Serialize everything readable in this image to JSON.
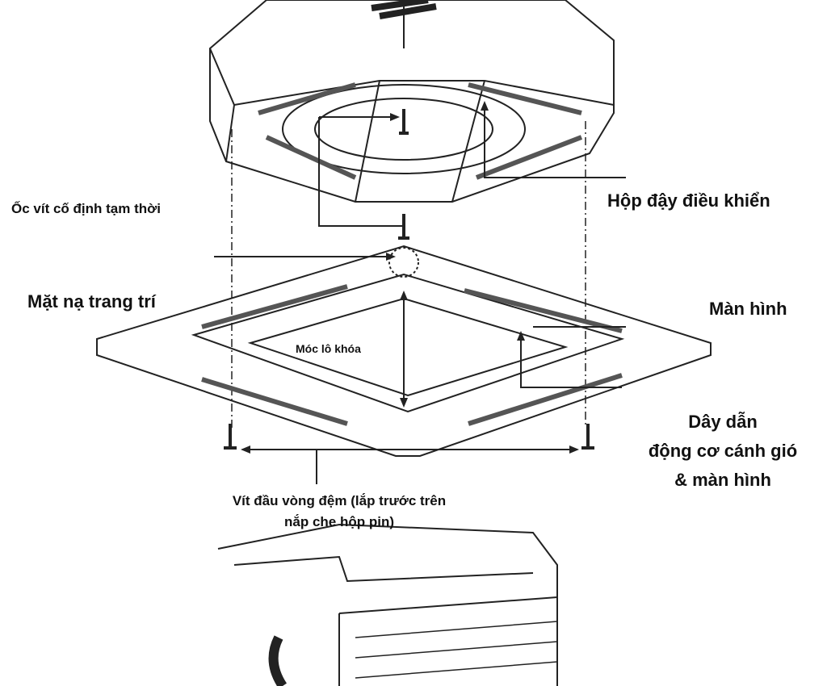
{
  "labels": {
    "control_box": "Hộp đậy điều khiển",
    "temp_screw": "Ốc vít cố định tạm thời",
    "decor_panel": "Mặt nạ trang trí",
    "display": "Màn hình",
    "lock_hook": "Móc lô khóa",
    "wire_line1": "Dây dẫn",
    "wire_line2": "động cơ cánh gió",
    "wire_line3": "& màn hình",
    "washer_screw_line1": "Vít đầu vòng đệm (lắp trước trên",
    "washer_screw_line2": "nắp che hộp pin)"
  },
  "colors": {
    "ink": "#111111",
    "background": "#ffffff"
  }
}
